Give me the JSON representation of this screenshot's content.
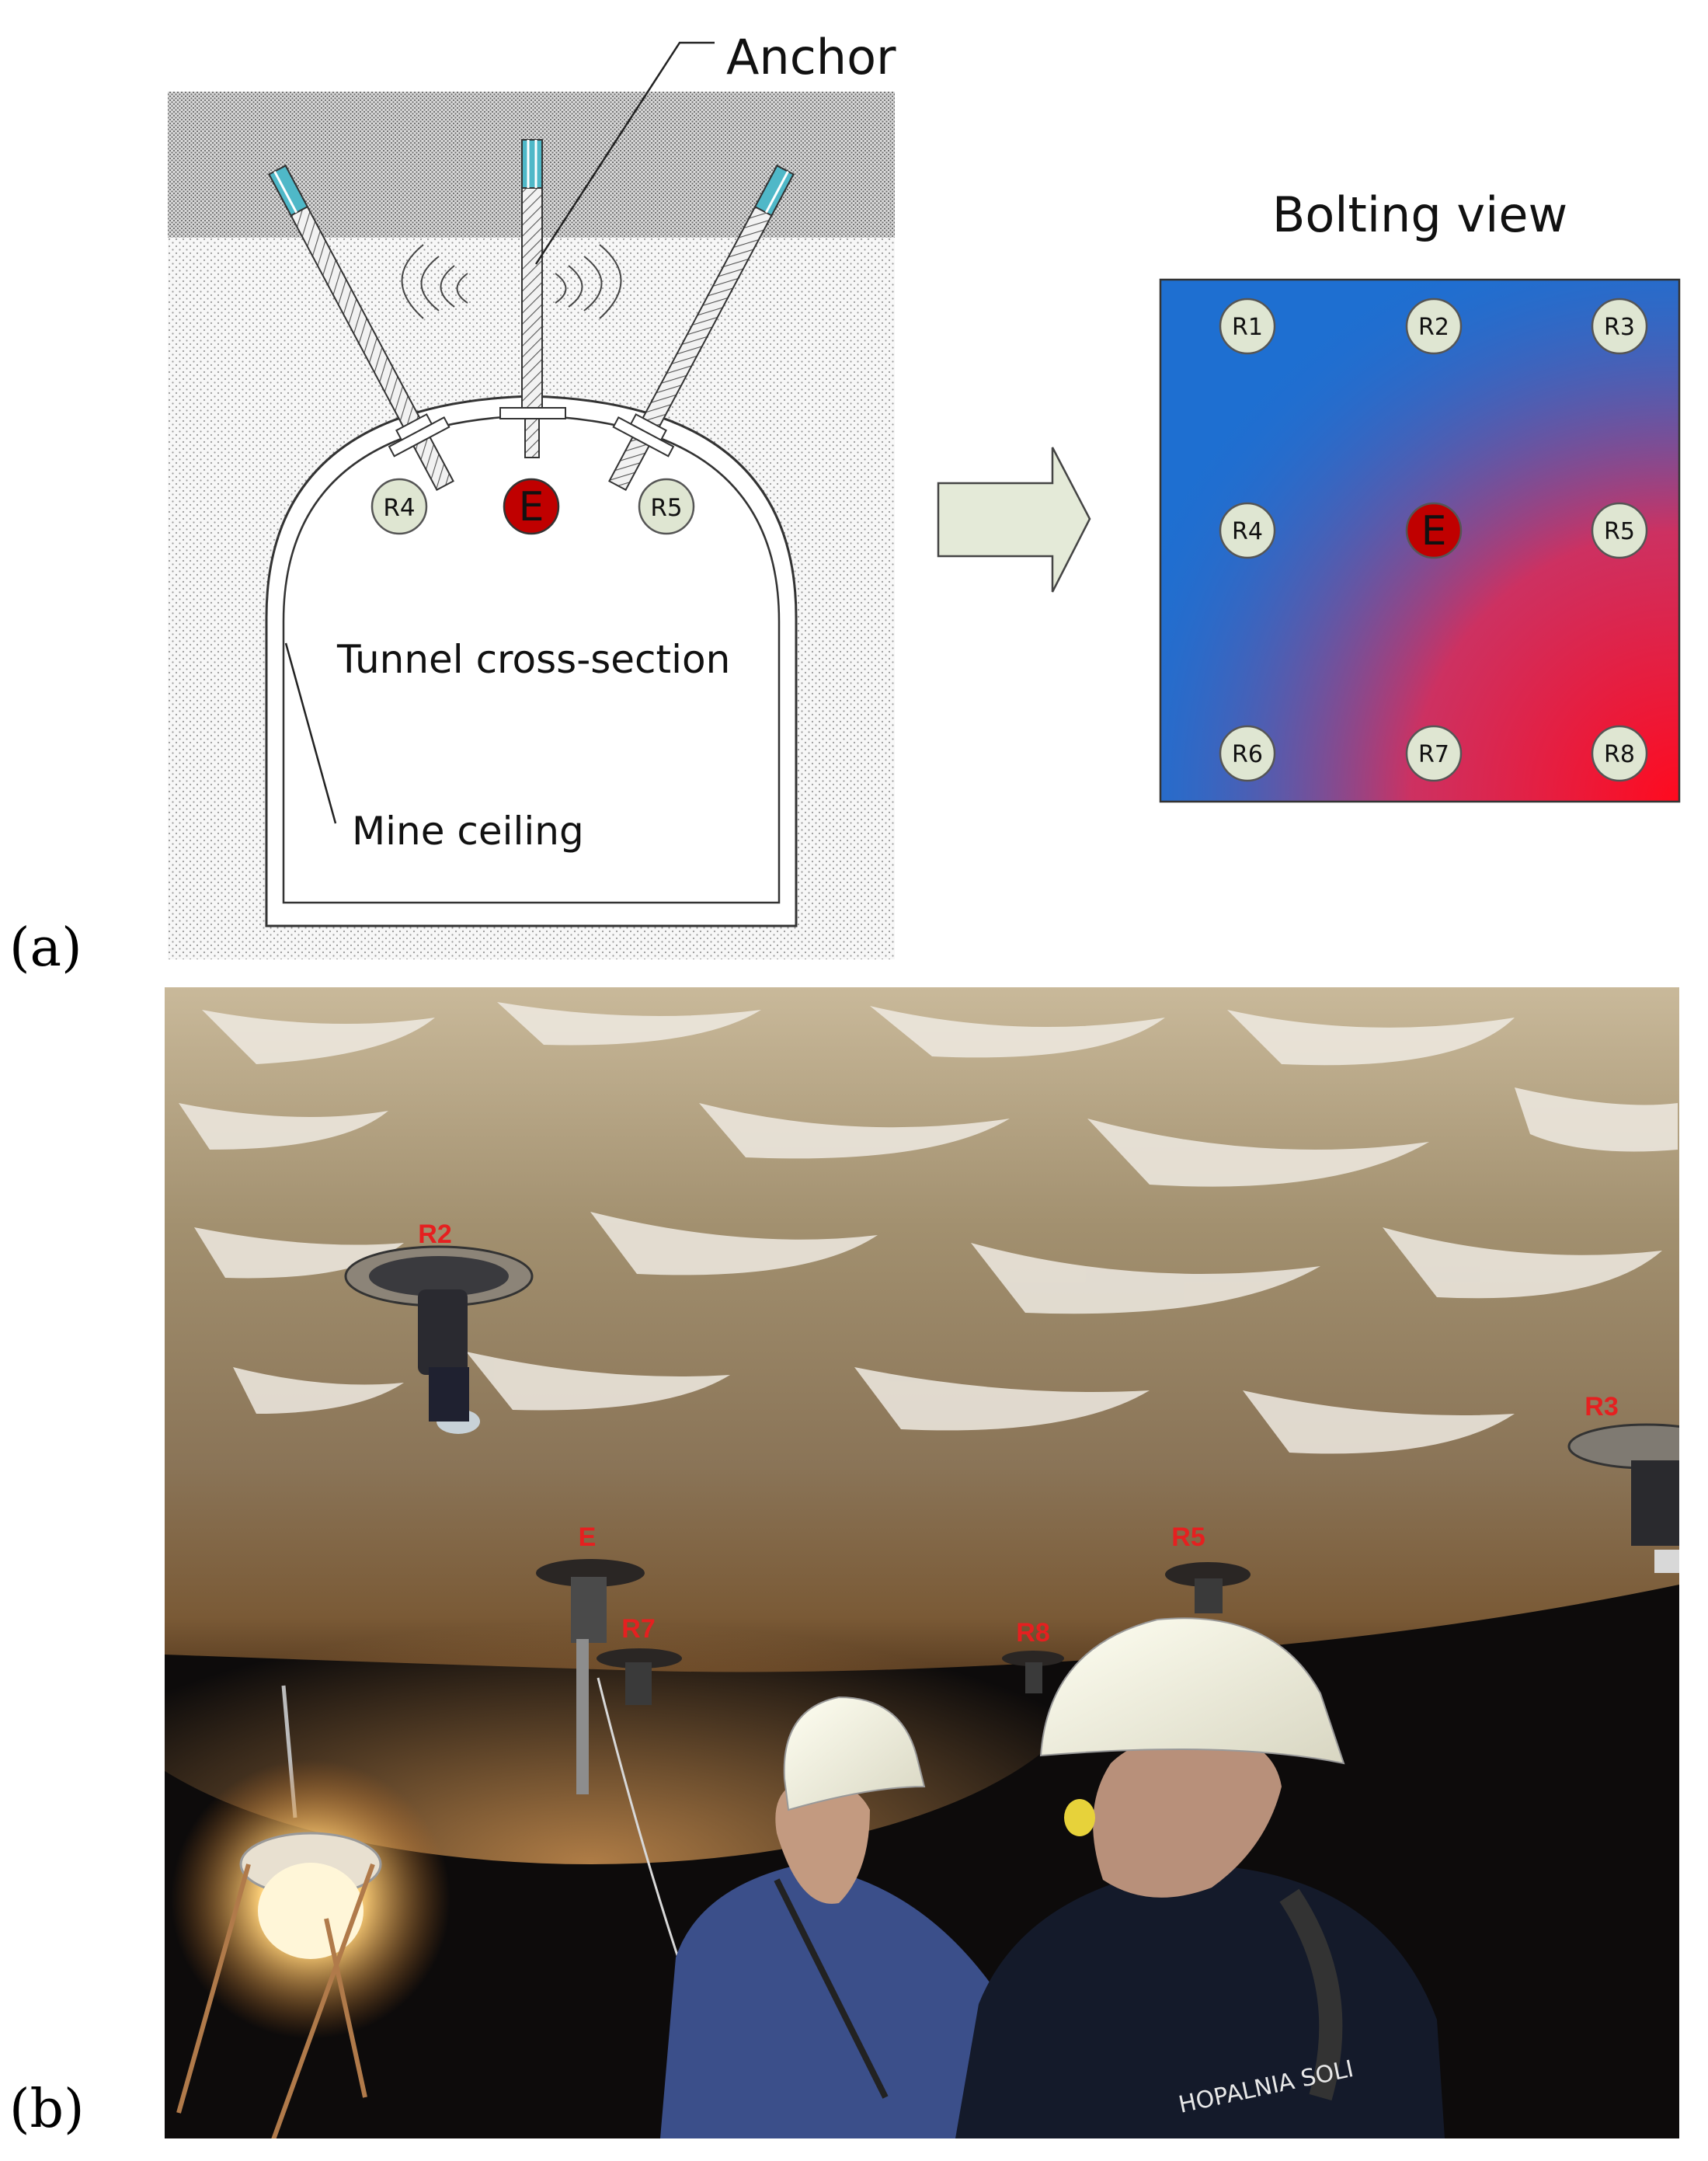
{
  "panel_a": {
    "label": "(a)",
    "anchor_label": "Anchor",
    "tunnel_label": "Tunnel cross-section",
    "ceiling_label": "Mine ceiling",
    "sensor_left": "R4",
    "sensor_center": "E",
    "sensor_right": "R5",
    "bolting_title": "Bolting view",
    "grid": [
      "R1",
      "R2",
      "R3",
      "R4",
      "E",
      "R5",
      "R6",
      "R7",
      "R8"
    ],
    "colors": {
      "bolt_tip": "#4fb8c8",
      "emitter": "#c00000",
      "sensor": "#dfe6d2",
      "gradient_blue": "#1f6fd0",
      "gradient_red": "#ff1020",
      "arrow": "#e4ead8"
    }
  },
  "panel_b": {
    "label": "(b)",
    "photo_labels": [
      "R2",
      "R3",
      "E",
      "R5",
      "R7",
      "R8"
    ],
    "helmet_text": "HOPALNIA SOLI",
    "colors": {
      "label_red": "#e52020"
    }
  }
}
